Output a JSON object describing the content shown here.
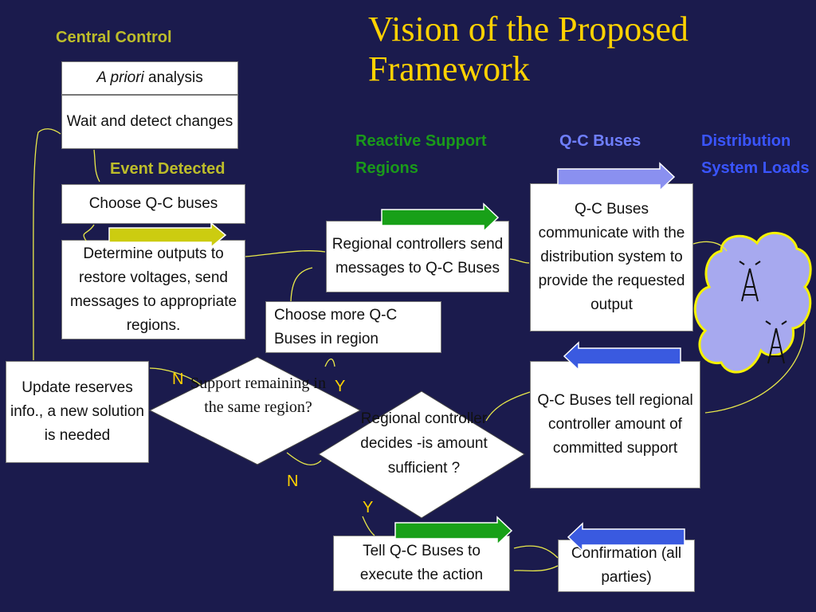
{
  "title": "Vision of the Proposed Framework",
  "headings": {
    "central_control": "Central Control",
    "event_detected": "Event Detected",
    "reactive_support_regions": "Reactive Support Regions",
    "qc_buses": "Q-C Buses",
    "distribution_system_loads": "Distribution System Loads"
  },
  "boxes": {
    "a_priori_italic": "A priori",
    "a_priori_rest": " analysis",
    "wait_detect": "Wait and detect changes",
    "choose_qc": "Choose Q-C buses",
    "determine_outputs": "Determine outputs to restore voltages, send messages to appropriate regions.",
    "regional_controllers_send": "Regional controllers send messages to Q-C Buses",
    "qc_communicate": "Q-C Buses communicate with the distribution system to provide the requested output",
    "choose_more": "Choose more Q-C Buses in region",
    "update_reserves": "Update reserves info., a new solution is needed",
    "qc_tell": "Q-C Buses tell regional controller amount of committed support",
    "tell_execute": "Tell Q-C Buses to execute the action",
    "confirmation": "Confirmation (all parties)"
  },
  "decisions": {
    "support_remaining": "Support remaining in the same region?",
    "regional_decides": "Regional controller decides -is amount sufficient ?"
  },
  "branch_labels": {
    "n1": "N",
    "y1": "Y",
    "n2": "N",
    "y2": "Y"
  },
  "colors": {
    "background": "#1b1b4d",
    "title": "#ffd200",
    "central_control": "#c8c820",
    "event_detected": "#c8c820",
    "reactive": "#1a9a1a",
    "qc": "#6f7fff",
    "distribution": "#3a55ff"
  }
}
